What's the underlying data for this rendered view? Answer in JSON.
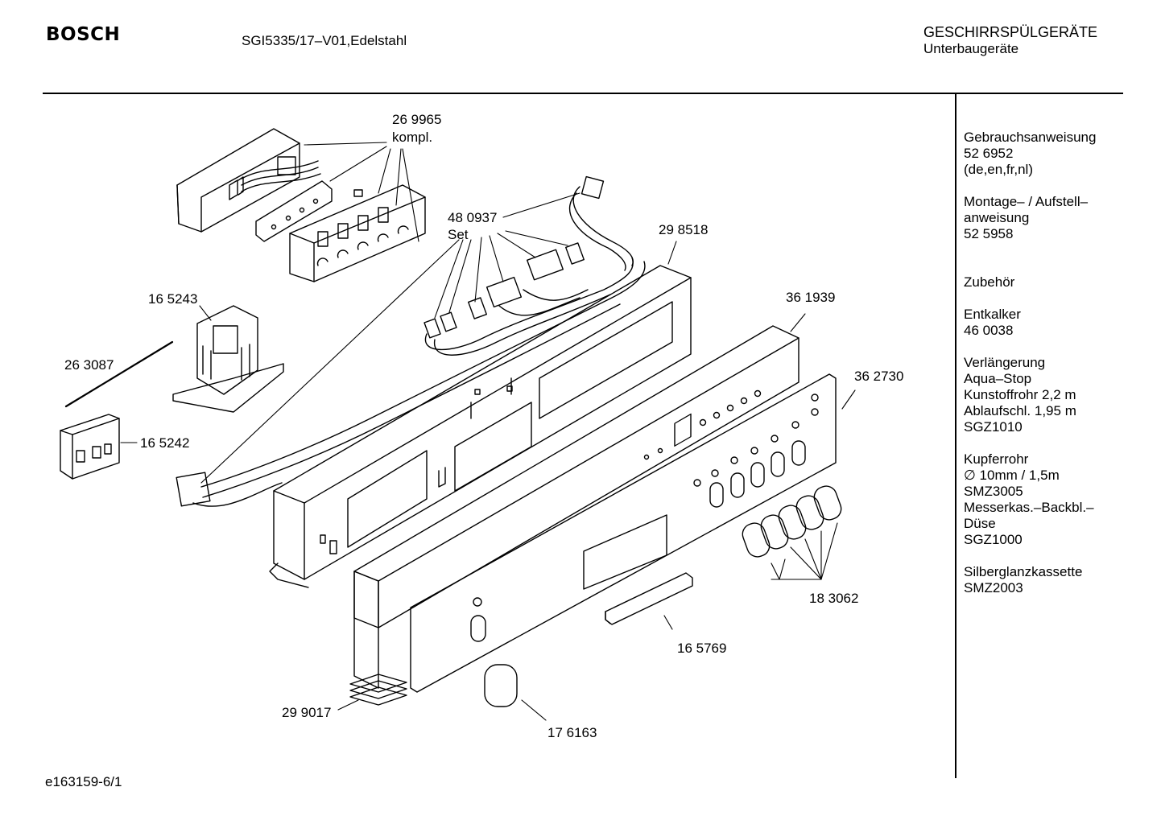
{
  "header": {
    "brand": "BOSCH",
    "model": "SGI5335/17–V01,Edelstahl",
    "category": "GESCHIRRSPÜLGERÄTE",
    "subcategory": "Unterbaugeräte"
  },
  "footer": {
    "doc_id": "e163159-6/1"
  },
  "parts": {
    "p269965": {
      "number": "26 9965",
      "note": "kompl."
    },
    "p480937": {
      "number": "48 0937",
      "note": "Set"
    },
    "p298518": {
      "number": "29 8518"
    },
    "p165243": {
      "number": "16 5243"
    },
    "p263087": {
      "number": "26 3087"
    },
    "p165242": {
      "number": "16 5242"
    },
    "p361939": {
      "number": "36 1939"
    },
    "p362730": {
      "number": "36 2730"
    },
    "p183062": {
      "number": "18 3062"
    },
    "p165769": {
      "number": "16 5769"
    },
    "p299017": {
      "number": "29 9017"
    },
    "p176163": {
      "number": "17 6163"
    }
  },
  "sidebar": {
    "blocks": [
      {
        "lines": [
          "Gebrauchsanweisung",
          "52 6952",
          "(de,en,fr,nl)"
        ]
      },
      {
        "lines": [
          "Montage– / Aufstell–",
          "anweisung",
          "52 5958"
        ]
      },
      {
        "lines": [
          "Zubehör"
        ]
      },
      {
        "lines": [
          "Entkalker",
          "46 0038"
        ]
      },
      {
        "lines": [
          "Verlängerung",
          "Aqua–Stop",
          "Kunstoffrohr 2,2 m",
          "Ablaufschl. 1,95 m",
          "SGZ1010"
        ]
      },
      {
        "lines": [
          "Kupferrohr",
          "∅ 10mm / 1,5m",
          "SMZ3005"
        ]
      },
      {
        "lines": [
          "Messerkas.–Backbl.–",
          "Düse",
          "SGZ1000"
        ]
      },
      {
        "lines": [
          "Silberglanzkassette",
          "SMZ2003"
        ]
      }
    ]
  }
}
